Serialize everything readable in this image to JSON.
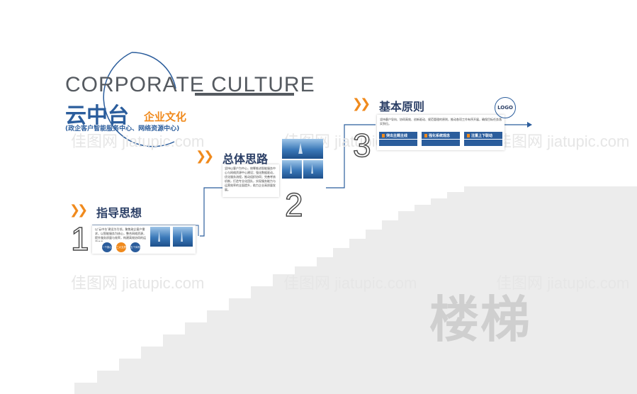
{
  "watermark": {
    "text_cn": "佳图网",
    "text_en": "jiatupic.com"
  },
  "header": {
    "title_en": "CORPORATE CULTURE",
    "title_cn": "云中台",
    "subtitle_cn": "企业文化",
    "tagline": "(政企客户智能服务中心、网络资源中心)"
  },
  "steps": [
    {
      "number": "1",
      "title": "指导思想",
      "text": "以‘云中台’建设为引领，聚焦政企客户需求，以智能服务为核心，整合网络资源，提升服务质量与效率，构建高效协同的运营体系。",
      "circles": [
        "一个核心",
        "三大支撑",
        "五个体系"
      ]
    },
    {
      "number": "2",
      "title": "总体思路",
      "text": "坚持以客户为中心，统筹推进智能服务中心与网络资源中心建设；强化数据驱动，优化服务流程，推动组织协同；完善考核机制，打造专业化团队，实现服务能力与运营效率的全面提升，助力企业高质量发展。"
    },
    {
      "number": "3",
      "title": "基本原则",
      "text": "坚持客户导向、协同高效、创新驱动、规范管理的原则，推动各项工作有序开展，确保目标任务落实到位。",
      "pills": [
        {
          "label": "突出主题主线",
          "text": ""
        },
        {
          "label": "强化系统观念",
          "text": ""
        },
        {
          "label": "注重上下联动",
          "text": ""
        }
      ]
    }
  ],
  "logo_text": "LOGO",
  "stairs_label": "楼梯",
  "colors": {
    "blue": "#2b5d9c",
    "orange": "#f08a1d",
    "stairs": "#ececec"
  }
}
